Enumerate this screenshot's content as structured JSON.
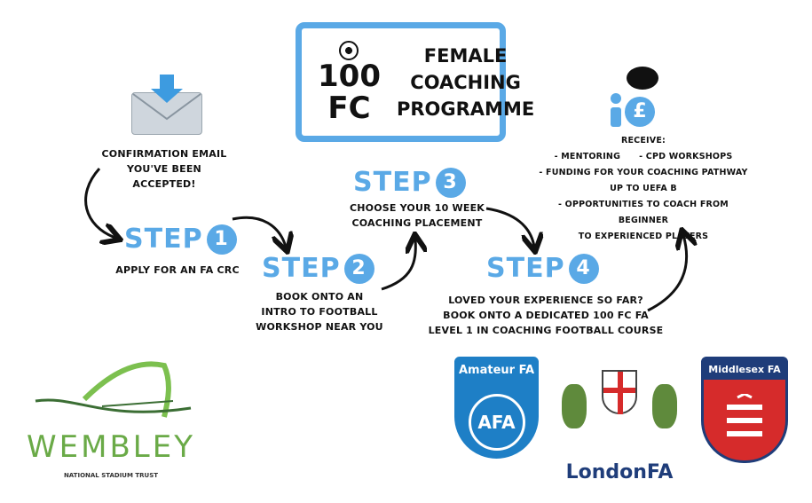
{
  "title": {
    "number": "100",
    "fc": "FC",
    "lines": [
      "FEMALE",
      "COACHING",
      "PROGRAMME"
    ]
  },
  "intro": {
    "text_lines": [
      "CONFIRMATION EMAIL",
      "YOU'VE BEEN",
      "ACCEPTED!"
    ]
  },
  "steps": [
    {
      "label": "STEP",
      "number": "1",
      "lines": [
        "APPLY FOR AN FA CRC"
      ]
    },
    {
      "label": "STEP",
      "number": "2",
      "lines": [
        "BOOK ONTO AN",
        "INTRO TO FOOTBALL",
        "WORKSHOP NEAR YOU"
      ]
    },
    {
      "label": "STEP",
      "number": "3",
      "lines": [
        "CHOOSE YOUR 10 WEEK",
        "COACHING PLACEMENT"
      ]
    },
    {
      "label": "STEP",
      "number": "4",
      "lines": [
        "LOVED YOUR EXPERIENCE SO FAR?",
        "BOOK ONTO A DEDICATED 100 FC FA",
        "LEVEL 1 IN COACHING FOOTBALL COURSE"
      ]
    }
  ],
  "receive": {
    "lines": [
      "RECEIVE:",
      "- MENTORING      - CPD WORKSHOPS",
      "- FUNDING FOR YOUR COACHING PATHWAY",
      "UP TO UEFA B",
      "- OPPORTUNITIES TO COACH FROM BEGINNER",
      "TO EXPERIENCED PLAYERS"
    ]
  },
  "logos": {
    "wembley": {
      "name": "WEMBLEY",
      "sub": "NATIONAL STADIUM TRUST"
    },
    "amateur": {
      "name": "Amateur FA",
      "mark": "AFA"
    },
    "london": {
      "name": "LondonFA"
    },
    "middlesex": {
      "name": "Middlesex FA"
    }
  },
  "colors": {
    "accent": "#5aa9e6",
    "green": "#6aaa47",
    "navy": "#1f3d7a",
    "red": "#d62b2b"
  }
}
